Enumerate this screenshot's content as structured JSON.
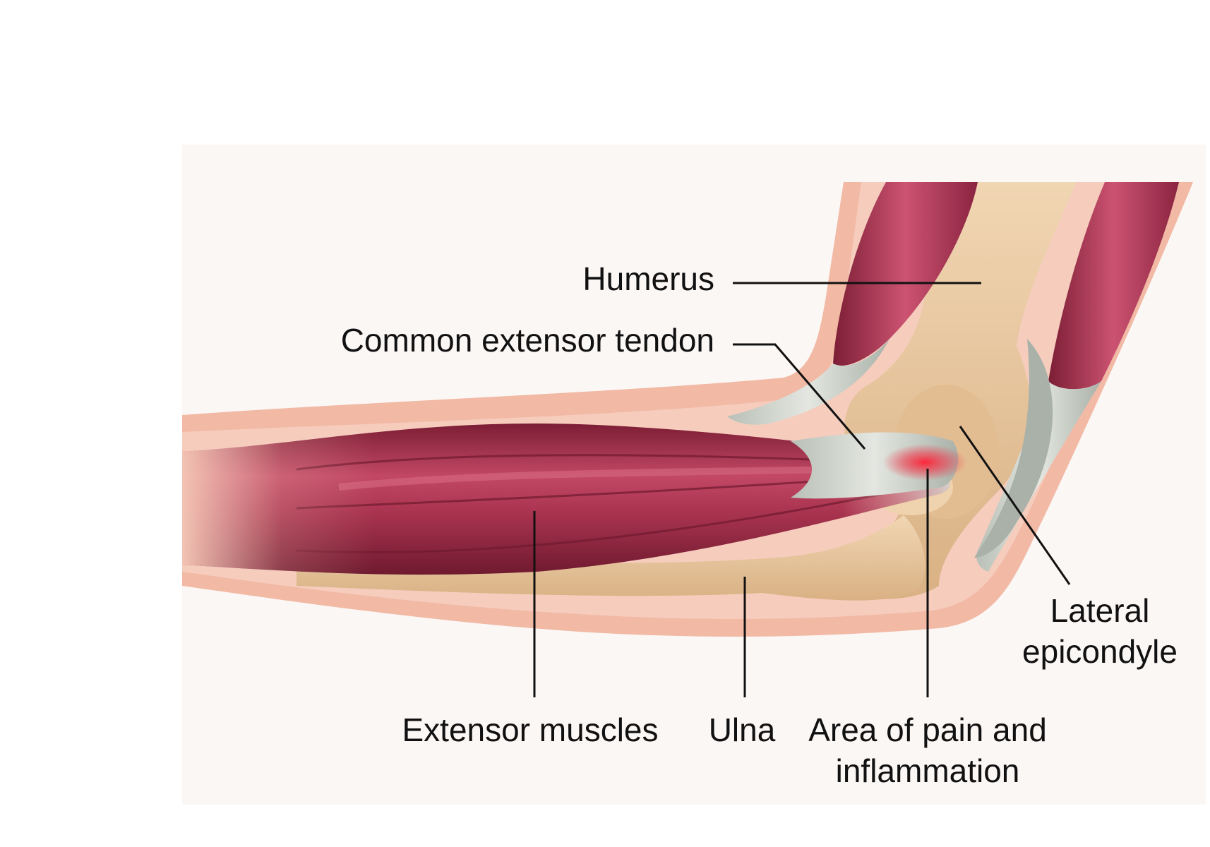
{
  "labels": {
    "humerus": "Humerus",
    "common_extensor_tendon": "Common extensor tendon",
    "lateral_epicondyle_line1": "Lateral",
    "lateral_epicondyle_line2": "epicondyle",
    "extensor_muscles": "Extensor muscles",
    "ulna": "Ulna",
    "area_line1": "Area of pain and",
    "area_line2": "inflammation"
  },
  "colors": {
    "background": "#ffffff",
    "panel": "#fbf7f5",
    "skin": "#f0b6a2",
    "skin_light": "#f7cdbd",
    "bone": "#e9c9a2",
    "bone_shadow": "#d6ac7e",
    "muscle": "#a8334f",
    "muscle_light": "#d05b77",
    "muscle_dark": "#7c1e35",
    "tendon": "#cdd3cb",
    "tendon_dark": "#9aa39b",
    "inflammation": "#e8213a",
    "leader_line": "#111111"
  }
}
